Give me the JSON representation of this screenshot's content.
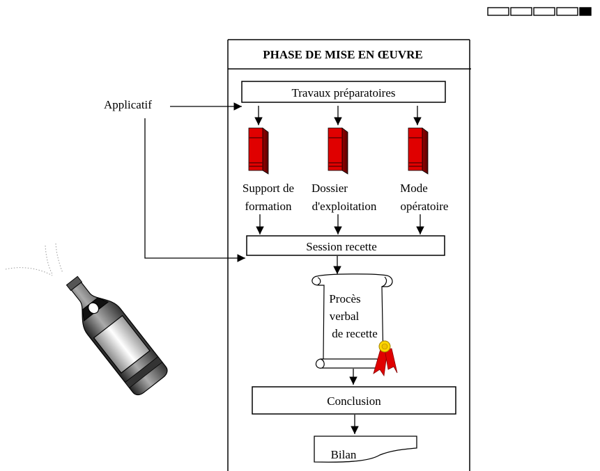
{
  "title": "PHASE DE MISE EN ŒUVRE",
  "input_label": "Applicatif",
  "steps": {
    "prep": "Travaux préparatoires",
    "session": "Session recette",
    "conclusion": "Conclusion",
    "bilan": "Bilan"
  },
  "documents": [
    {
      "line1": "Support de",
      "line2": "formation"
    },
    {
      "line1": "Dossier",
      "line2": "d'exploitation"
    },
    {
      "line1": "Mode",
      "line2": "opératoire"
    }
  ],
  "scroll": {
    "line1": "Procès",
    "line2": "verbal",
    "line3": "de recette"
  },
  "progress": {
    "total": 5,
    "filled": 1
  },
  "icons": {
    "books": "red-binder-icon",
    "scroll": "scroll-icon",
    "seal": "ribbon-seal-icon",
    "bottle": "champagne-bottle-icon"
  },
  "colors": {
    "binder": "#e00000",
    "seal": "#ffd700",
    "ribbon": "#e00000"
  }
}
